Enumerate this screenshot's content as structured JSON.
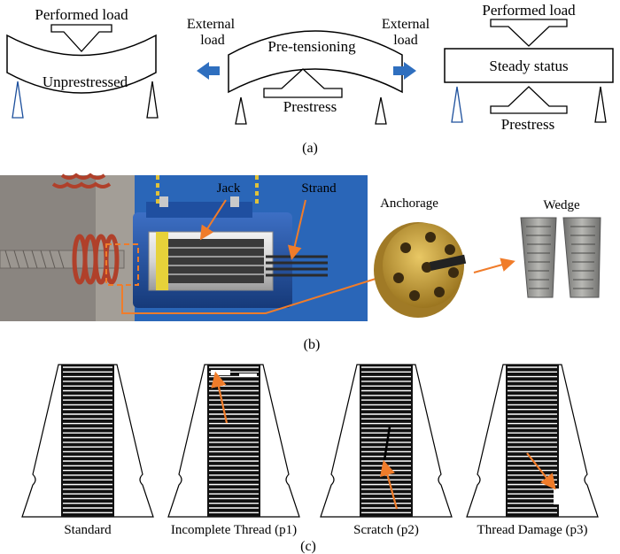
{
  "panel_a": {
    "beam_left_top": "Performed load",
    "beam_left_center": "Unprestressed",
    "external_left": [
      "External",
      "load"
    ],
    "external_right": [
      "External",
      "load"
    ],
    "beam_mid_top": "Pre-tensioning",
    "beam_mid_bottom": "Prestress",
    "beam_right_top": "Performed load",
    "beam_right_center": "Steady status",
    "beam_right_bottom": "Prestress",
    "caption": "(a)",
    "colors": {
      "arrow": "#2f6fbf",
      "line": "#000000"
    }
  },
  "panel_b": {
    "label_jack": "Jack",
    "label_strand": "Strand",
    "label_anchorage": "Anchorage",
    "label_wedge": "Wedge",
    "caption": "(b)",
    "colors": {
      "callout": "#f07c2a",
      "jack_body": "#1f4fa0",
      "background": "#2a66b8",
      "concrete": "#8a8580",
      "spring": "#b0402a",
      "anchorage": "#c9a23a",
      "wedge": "#8a8a88"
    }
  },
  "panel_c": {
    "labels": [
      "Standard",
      "Incomplete Thread (p1)",
      "Scratch (p2)",
      "Thread Damage (p3)"
    ],
    "caption": "(c)",
    "colors": {
      "pointer": "#f07c2a"
    }
  }
}
